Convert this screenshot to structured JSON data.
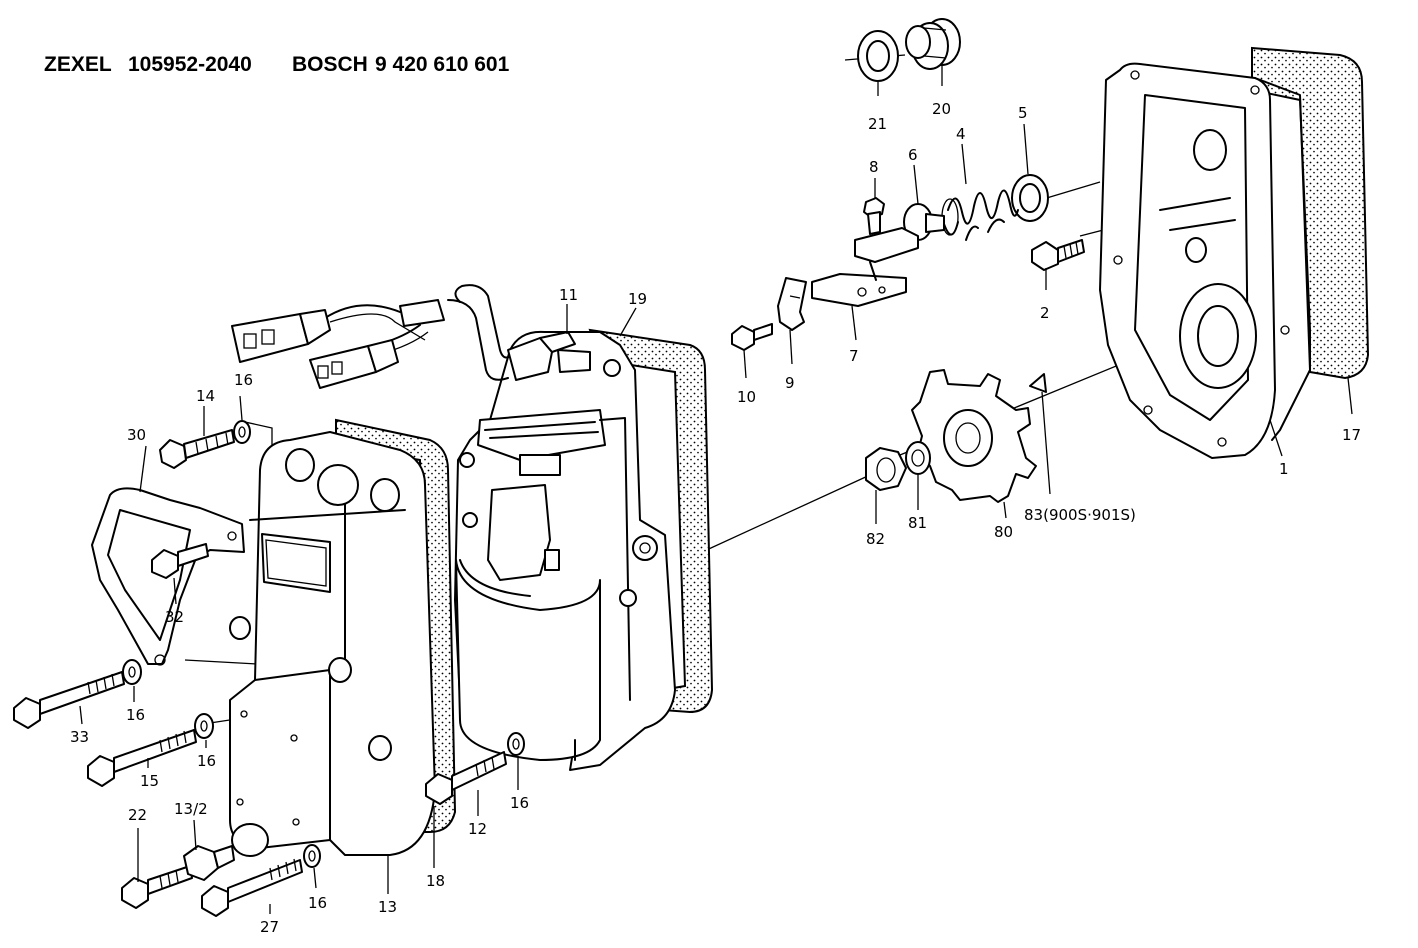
{
  "header": {
    "maker1": "ZEXEL",
    "part1": "105952-2040",
    "maker2": "BOSCH",
    "part2": "9 420 610 601"
  },
  "callouts": [
    {
      "id": "21",
      "text": "21"
    },
    {
      "id": "20",
      "text": "20"
    },
    {
      "id": "8",
      "text": "8"
    },
    {
      "id": "6",
      "text": "6"
    },
    {
      "id": "4",
      "text": "4"
    },
    {
      "id": "5",
      "text": "5"
    },
    {
      "id": "2",
      "text": "2"
    },
    {
      "id": "7",
      "text": "7"
    },
    {
      "id": "9",
      "text": "9"
    },
    {
      "id": "10",
      "text": "10"
    },
    {
      "id": "11",
      "text": "11"
    },
    {
      "id": "19",
      "text": "19"
    },
    {
      "id": "17",
      "text": "17"
    },
    {
      "id": "1",
      "text": "1"
    },
    {
      "id": "83",
      "text": "83(900S·901S)"
    },
    {
      "id": "80",
      "text": "80"
    },
    {
      "id": "81",
      "text": "81"
    },
    {
      "id": "82",
      "text": "82"
    },
    {
      "id": "14",
      "text": "14"
    },
    {
      "id": "16a",
      "text": "16"
    },
    {
      "id": "30",
      "text": "30"
    },
    {
      "id": "32",
      "text": "32"
    },
    {
      "id": "33",
      "text": "33"
    },
    {
      "id": "16b",
      "text": "16"
    },
    {
      "id": "15",
      "text": "15"
    },
    {
      "id": "16c",
      "text": "16"
    },
    {
      "id": "12",
      "text": "12"
    },
    {
      "id": "16d",
      "text": "16"
    },
    {
      "id": "22",
      "text": "22"
    },
    {
      "id": "13_2",
      "text": "13/2"
    },
    {
      "id": "27",
      "text": "27"
    },
    {
      "id": "16e",
      "text": "16"
    },
    {
      "id": "13",
      "text": "13"
    },
    {
      "id": "18",
      "text": "18"
    }
  ]
}
